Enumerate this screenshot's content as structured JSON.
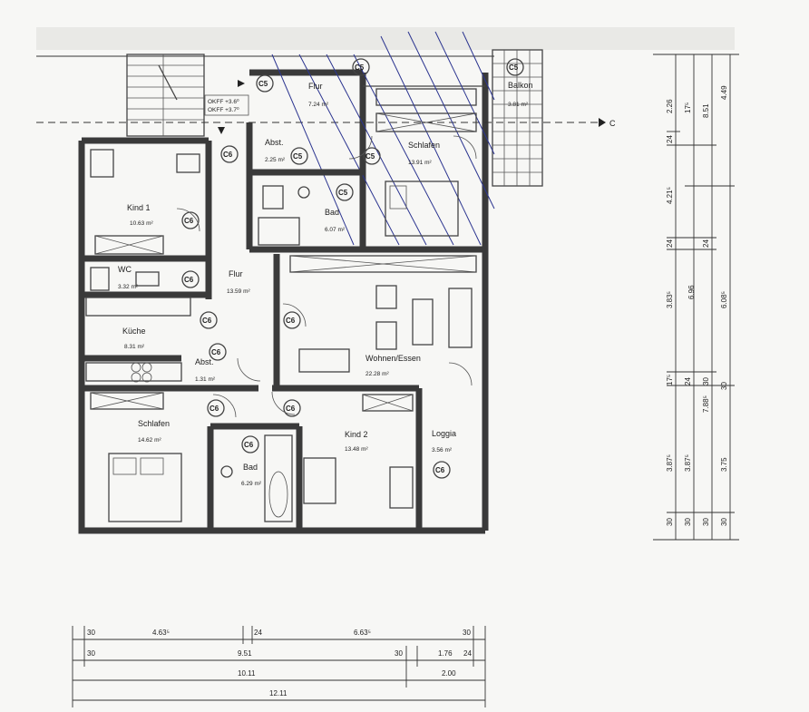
{
  "rooms": {
    "flur_top": {
      "name": "Flur",
      "area": "7.24 m²"
    },
    "balkon": {
      "name": "Balkon",
      "area": "3.81 m²"
    },
    "abst_top": {
      "name": "Abst.",
      "area": "2.25 m²"
    },
    "schlafen_top": {
      "name": "Schlafen",
      "area": "13.91 m²"
    },
    "kind1": {
      "name": "Kind 1",
      "area": "10.63 m²"
    },
    "bad_top": {
      "name": "Bad",
      "area": "6.07 m²"
    },
    "wc": {
      "name": "WC",
      "area": "3.32 m²"
    },
    "flur": {
      "name": "Flur",
      "area": "13.59 m²"
    },
    "kueche": {
      "name": "Küche",
      "area": "8.31 m²"
    },
    "abst_mid": {
      "name": "Abst.",
      "area": "1.31 m²"
    },
    "wohnen": {
      "name": "Wohnen/Essen",
      "area": "22.28 m²"
    },
    "schlafen": {
      "name": "Schlafen",
      "area": "14.62 m²"
    },
    "kind2": {
      "name": "Kind 2",
      "area": "13.48 m²"
    },
    "loggia": {
      "name": "Loggia",
      "area": "3.56 m²"
    },
    "bad_bottom": {
      "name": "Bad",
      "area": "6.29 m²"
    }
  },
  "stair_labels": {
    "ok1": "OKFF +3.6⁰",
    "ok2": "OKFF +3.7⁰"
  },
  "door_code": "C6",
  "door_code_alt": "C5",
  "section_mark": "C",
  "dims_bottom": {
    "r1": [
      "30",
      "4.63⁵",
      "24",
      "6.63⁵",
      "30"
    ],
    "r2": [
      "30",
      "9.51",
      "30",
      "1.76",
      "24"
    ],
    "r3": [
      "10.11",
      "2.00"
    ],
    "r4": [
      "12.11"
    ]
  },
  "dims_right": {
    "c1": [
      "2.26",
      "24",
      "4.21⁵",
      "24",
      "3.83⁵",
      "17⁵",
      "3.87⁵",
      "30"
    ],
    "c2": [
      "17⁵",
      "24",
      "3.87⁵",
      "30"
    ],
    "c3": [
      "8.51",
      "24",
      "6.96",
      "30",
      "7.88⁵",
      "30"
    ],
    "c4": [
      "4.49",
      "6.08⁵",
      "30",
      "3.75",
      "30"
    ]
  }
}
